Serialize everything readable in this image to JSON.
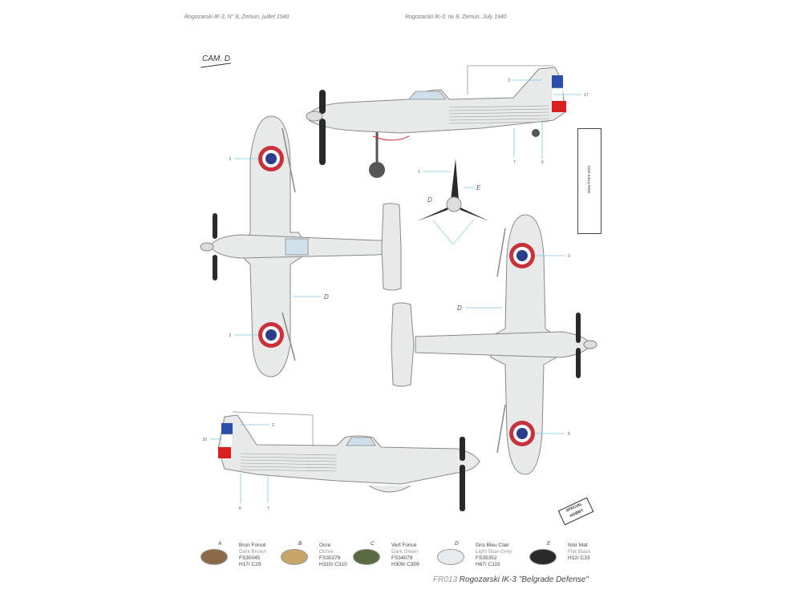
{
  "header": {
    "left_caption": "Rogozarski IK-3, N° 8, Zemun, juillet 1940",
    "right_caption": "Rogozarski IK-3, № 8, Zemun, July 1940"
  },
  "camouflage_label": "CAM. D",
  "side_notice": "www.frrom.com",
  "logo_text": "SPECIAL HOBBY",
  "colors": {
    "aircraft": "#e8eaea",
    "outline": "#888888",
    "roundel_red": "#c8323c",
    "roundel_blue": "#2a3e8c",
    "tail_blue": "#2b4fa8",
    "tail_red": "#d82020",
    "prop": "#2a2a2a"
  },
  "callouts": {
    "d_upper": "D",
    "d_lower": "D",
    "d_prop": "D",
    "e_prop": "E",
    "n1": "1",
    "n2": "2",
    "n3": "3",
    "n3b": "3",
    "n3c": "3",
    "n5": "5",
    "n6": "6",
    "n7": "7",
    "n17": "17",
    "n10": "10",
    "n2b": "2",
    "n7b": "7",
    "n6b": "6"
  },
  "legend": [
    {
      "letter": "A",
      "fr": "Brun Foncé",
      "en": "Dark Brown",
      "fs": "FS30045",
      "code": "H17/ C29",
      "color": "#8a6a47"
    },
    {
      "letter": "B",
      "fr": "Ocre",
      "en": "Ochre",
      "fs": "FS30279",
      "code": "H310/ C310",
      "color": "#c9a46a"
    },
    {
      "letter": "C",
      "fr": "Vert Foncé",
      "en": "Dark Green",
      "fs": "FS34079",
      "code": "H309/ C309",
      "color": "#5a6b42"
    },
    {
      "letter": "D",
      "fr": "Gris Bleu Clair",
      "en": "Light Blue-Grey",
      "fs": "FS35352",
      "code": "H67/ C115",
      "color": "#e6ebee"
    },
    {
      "letter": "E",
      "fr": "Noir Mat",
      "en": "Flat Black",
      "fs": "H12/ C33",
      "code": "",
      "color": "#2a2a2a"
    }
  ],
  "title": {
    "code": "FR013",
    "name": "Rogozarski IK-3 \"Belgrade Defense\""
  }
}
